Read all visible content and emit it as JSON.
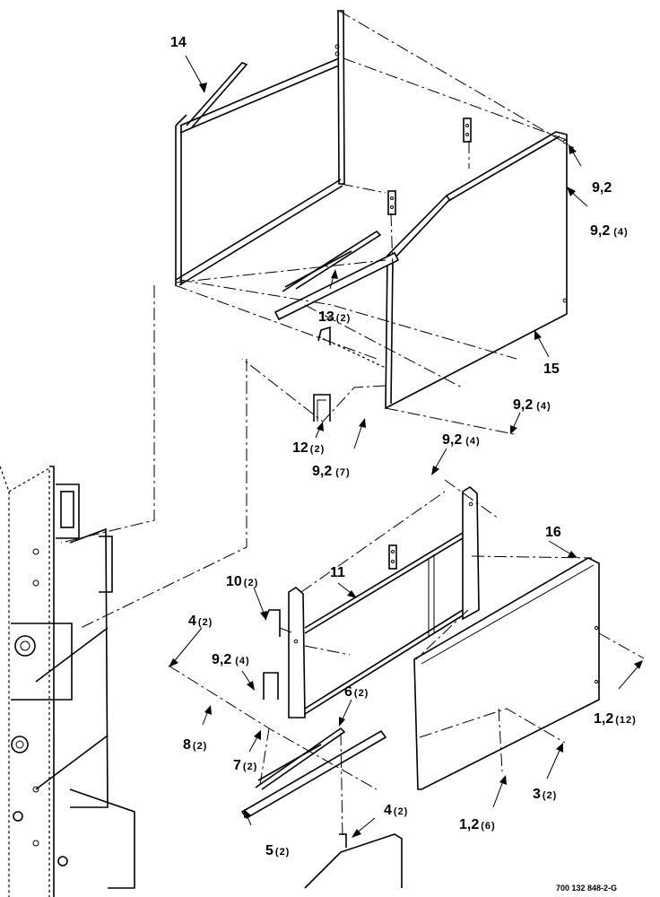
{
  "diagram": {
    "drawing_number": "700 132 848-2-G",
    "callouts": [
      {
        "id": "c14",
        "label": "14",
        "qty": ""
      },
      {
        "id": "c9a",
        "label": "9,2",
        "qty": ""
      },
      {
        "id": "c9b",
        "label": "9,2",
        "qty": "(4)"
      },
      {
        "id": "c13",
        "label": "13",
        "qty": "(2)"
      },
      {
        "id": "c15",
        "label": "15",
        "qty": ""
      },
      {
        "id": "c9c",
        "label": "9,2",
        "qty": "(4)"
      },
      {
        "id": "c12",
        "label": "12",
        "qty": "(2)"
      },
      {
        "id": "c9d",
        "label": "9,2",
        "qty": "(4)"
      },
      {
        "id": "c9e",
        "label": "9,2",
        "qty": "(7)"
      },
      {
        "id": "c16",
        "label": "16",
        "qty": ""
      },
      {
        "id": "c10",
        "label": "10",
        "qty": "(2)"
      },
      {
        "id": "c11",
        "label": "11",
        "qty": ""
      },
      {
        "id": "c4a",
        "label": "4",
        "qty": "(2)"
      },
      {
        "id": "c9f",
        "label": "9,2",
        "qty": "(4)"
      },
      {
        "id": "c6",
        "label": "6",
        "qty": "(2)"
      },
      {
        "id": "c1a",
        "label": "1,2",
        "qty": "(12)"
      },
      {
        "id": "c8",
        "label": "8",
        "qty": "(2)"
      },
      {
        "id": "c7",
        "label": "7",
        "qty": "(2)"
      },
      {
        "id": "c3",
        "label": "3",
        "qty": "(2)"
      },
      {
        "id": "c1b",
        "label": "1,2",
        "qty": "(6)"
      },
      {
        "id": "c4b",
        "label": "4",
        "qty": "(2)"
      },
      {
        "id": "c5",
        "label": "5",
        "qty": "(2)"
      }
    ]
  }
}
